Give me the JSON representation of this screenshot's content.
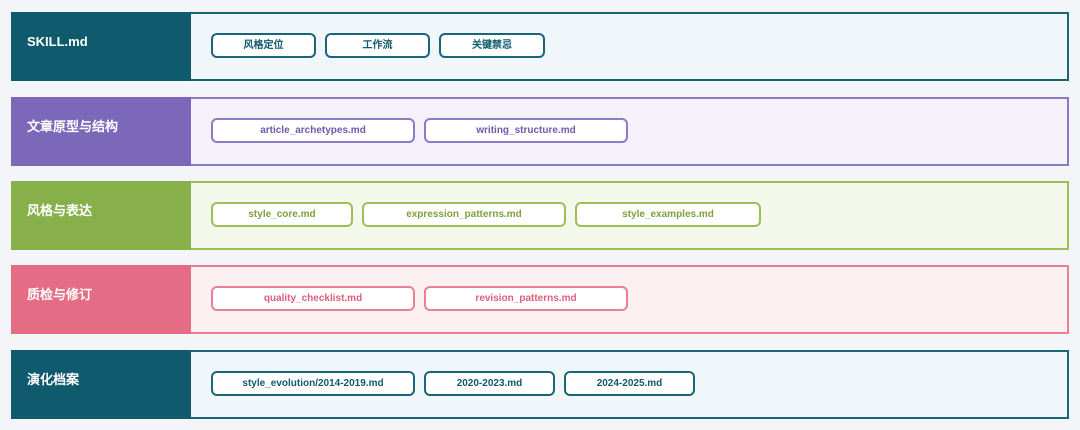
{
  "rows": [
    {
      "title": "SKILL.md",
      "color": "#0f5a6c",
      "items": [
        "风格定位",
        "工作流",
        "关键禁忌"
      ]
    },
    {
      "title": "文章原型与结构",
      "color": "#7b68b8",
      "items": [
        "article_archetypes.md",
        "writing_structure.md"
      ]
    },
    {
      "title": "风格与表达",
      "color": "#88b04a",
      "items": [
        "style_core.md",
        "expression_patterns.md",
        "style_examples.md"
      ]
    },
    {
      "title": "质检与修订",
      "color": "#e46c85",
      "items": [
        "quality_checklist.md",
        "revision_patterns.md"
      ]
    },
    {
      "title": "演化档案",
      "color": "#0f5a6c",
      "items": [
        "style_evolution/2014-2019.md",
        "2020-2023.md",
        "2024-2025.md"
      ]
    }
  ]
}
